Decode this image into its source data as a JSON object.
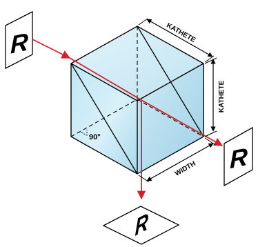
{
  "diagram": {
    "labels": {
      "kathete_top": "KATHETE",
      "kathete_side": "KATHETE",
      "width": "WIDTH",
      "angle": "90°",
      "card_left": "R",
      "card_right": "R",
      "card_bottom": "R"
    },
    "colors": {
      "beam": "#d2232a",
      "cube_light": "#dff3fa",
      "cube_mid": "#bfe4f2",
      "cube_dark": "#8fcbe3",
      "lines": "#000000"
    },
    "icons": [
      "arrow-head-icon",
      "double-arrow-icon"
    ]
  }
}
